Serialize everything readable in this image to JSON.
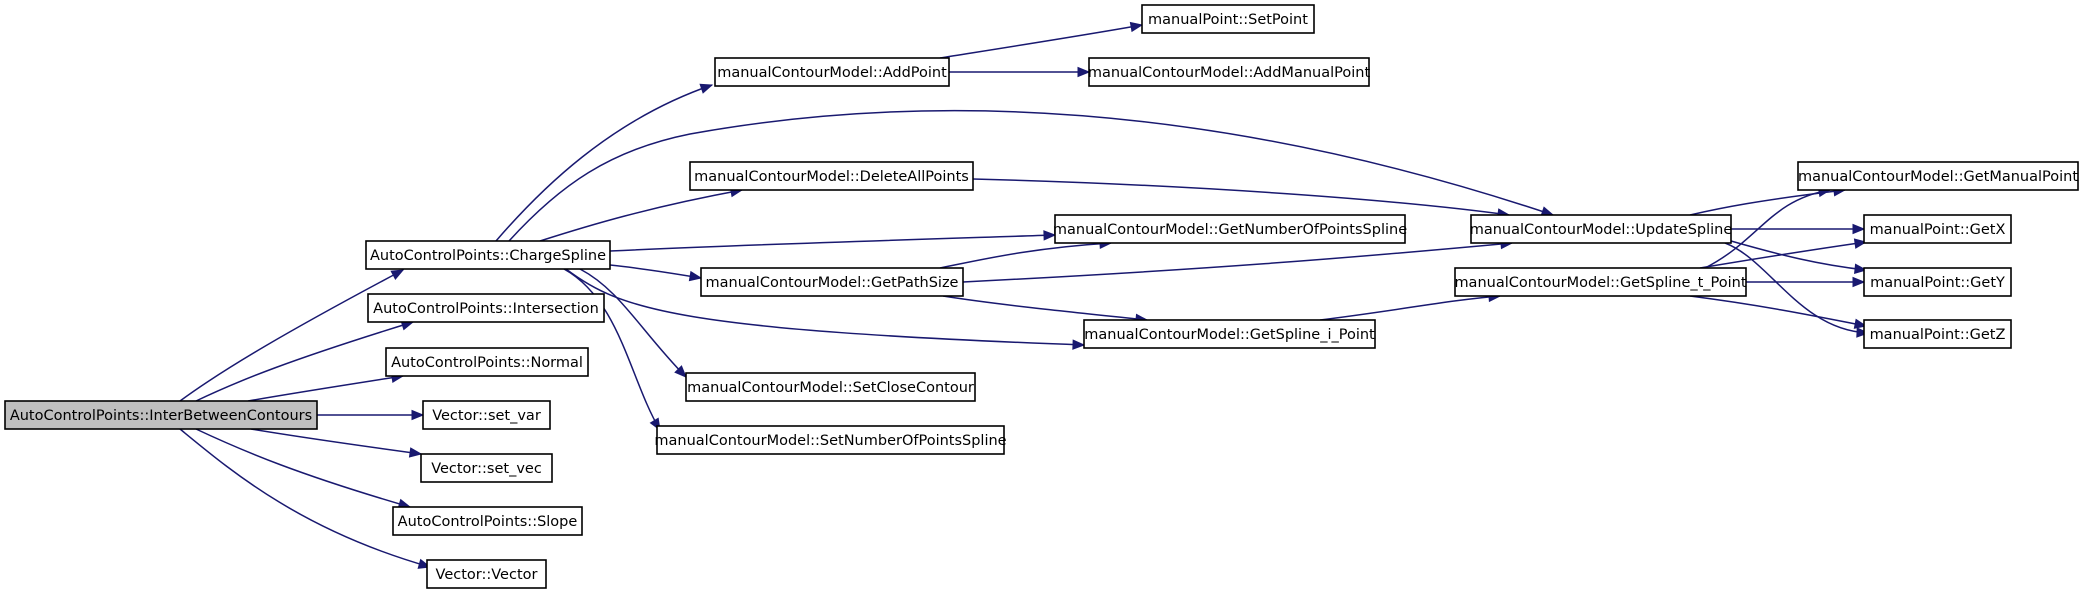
{
  "graph": {
    "root_fill": "#bfbfbf",
    "node_fill": "#ffffff",
    "edge_color": "#191970",
    "nodes": [
      {
        "id": "n0",
        "label": "AutoControlPoints::InterBetweenContours",
        "root": true
      },
      {
        "id": "n1",
        "label": "AutoControlPoints::ChargeSpline"
      },
      {
        "id": "n2",
        "label": "AutoControlPoints::Intersection"
      },
      {
        "id": "n3",
        "label": "AutoControlPoints::Normal"
      },
      {
        "id": "n4",
        "label": "Vector::set_var"
      },
      {
        "id": "n5",
        "label": "Vector::set_vec"
      },
      {
        "id": "n6",
        "label": "AutoControlPoints::Slope"
      },
      {
        "id": "n7",
        "label": "Vector::Vector"
      },
      {
        "id": "n8",
        "label": "manualContourModel::AddPoint"
      },
      {
        "id": "n9",
        "label": "manualContourModel::DeleteAllPoints"
      },
      {
        "id": "n10",
        "label": "manualContourModel::GetNumberOfPointsSpline"
      },
      {
        "id": "n11",
        "label": "manualContourModel::GetPathSize"
      },
      {
        "id": "n12",
        "label": "manualContourModel::GetSpline_i_Point"
      },
      {
        "id": "n13",
        "label": "manualContourModel::SetCloseContour"
      },
      {
        "id": "n14",
        "label": "manualContourModel::SetNumberOfPointsSpline"
      },
      {
        "id": "n15",
        "label": "manualPoint::SetPoint"
      },
      {
        "id": "n16",
        "label": "manualContourModel::AddManualPoint"
      },
      {
        "id": "n17",
        "label": "manualContourModel::UpdateSpline"
      },
      {
        "id": "n18",
        "label": "manualContourModel::GetSpline_t_Point"
      },
      {
        "id": "n19",
        "label": "manualContourModel::GetManualPoint"
      },
      {
        "id": "n20",
        "label": "manualPoint::GetX"
      },
      {
        "id": "n21",
        "label": "manualPoint::GetY"
      },
      {
        "id": "n22",
        "label": "manualPoint::GetZ"
      }
    ],
    "edges": [
      {
        "from": "n0",
        "to": "n1"
      },
      {
        "from": "n0",
        "to": "n2"
      },
      {
        "from": "n0",
        "to": "n3"
      },
      {
        "from": "n0",
        "to": "n4"
      },
      {
        "from": "n0",
        "to": "n5"
      },
      {
        "from": "n0",
        "to": "n6"
      },
      {
        "from": "n0",
        "to": "n7"
      },
      {
        "from": "n1",
        "to": "n8"
      },
      {
        "from": "n1",
        "to": "n17"
      },
      {
        "from": "n1",
        "to": "n9"
      },
      {
        "from": "n1",
        "to": "n10"
      },
      {
        "from": "n1",
        "to": "n11"
      },
      {
        "from": "n1",
        "to": "n12"
      },
      {
        "from": "n1",
        "to": "n13"
      },
      {
        "from": "n1",
        "to": "n14"
      },
      {
        "from": "n8",
        "to": "n15"
      },
      {
        "from": "n8",
        "to": "n16"
      },
      {
        "from": "n9",
        "to": "n17"
      },
      {
        "from": "n11",
        "to": "n10"
      },
      {
        "from": "n11",
        "to": "n17"
      },
      {
        "from": "n11",
        "to": "n12"
      },
      {
        "from": "n12",
        "to": "n18"
      },
      {
        "from": "n17",
        "to": "n19"
      },
      {
        "from": "n17",
        "to": "n20"
      },
      {
        "from": "n17",
        "to": "n21"
      },
      {
        "from": "n17",
        "to": "n22"
      },
      {
        "from": "n18",
        "to": "n19"
      },
      {
        "from": "n18",
        "to": "n20"
      },
      {
        "from": "n18",
        "to": "n21"
      },
      {
        "from": "n18",
        "to": "n22"
      }
    ]
  }
}
